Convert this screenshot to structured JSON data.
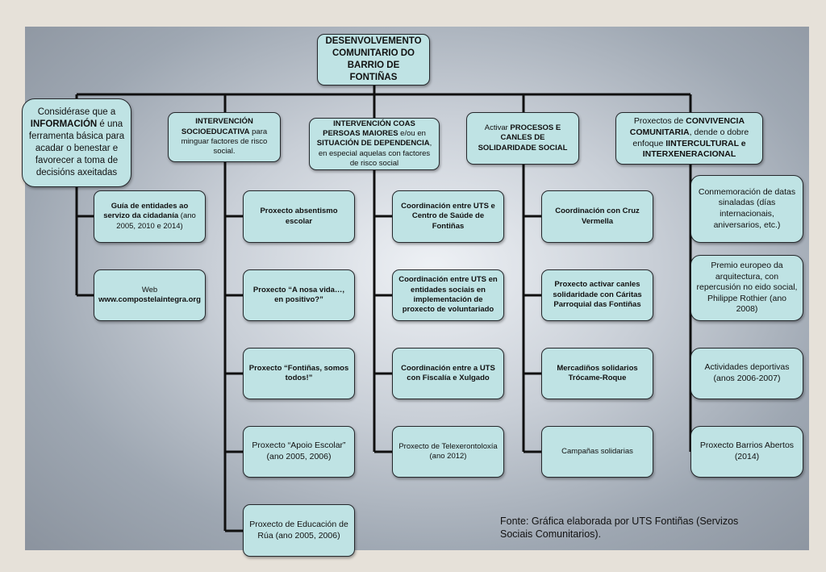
{
  "root": {
    "line1": "DESENVOLVEMENTO",
    "line2": "COMUNITARIO DO",
    "line3": "BARRIO DE FONTIÑAS"
  },
  "branches": {
    "informacion": {
      "p1": "Considérase que a ",
      "b1": "INFORMACIÓN",
      "p2": " é una ferramenta básica para acadar o benestar e favorecer a toma de decisións axeitadas",
      "items": [
        {
          "bold": "Guía de entidades ao servizo da cidadanía",
          "text": " (ano 2005, 2010 e 2014)"
        },
        {
          "text": "Web",
          "bold": "www.compostelaintegra.org"
        }
      ]
    },
    "socioeducativa": {
      "b1": "INTERVENCIÓN SOCIOEDUCATIVA",
      "p1": " para minguar factores de risco social.",
      "items": [
        "Proxecto absentismo escolar",
        "Proxecto “A nosa vida…, en positivo?”",
        "Proxecto “Fontiñas, somos todos!”",
        "Proxecto “Apoio Escolar” (ano 2005, 2006)",
        "Proxecto de Educación de Rúa (ano 2005, 2006)"
      ]
    },
    "dependencia": {
      "b1": "INTERVENCIÓN COAS PERSOAS MAIORES",
      "p1": " e/ou en ",
      "b2": "SITUACIÓN DE DEPENDENCIA",
      "p2": ", en especial aquelas con factores de risco social",
      "items": [
        "Coordinación entre UTS e Centro de Saúde de Fontiñas",
        "Coordinación entre UTS en entidades sociais en implementación de proxecto de voluntariado",
        "Coordinación entre a UTS con Fiscalía e Xulgado",
        "Proxecto de Telexerontoloxía (ano 2012)"
      ]
    },
    "solidaridade": {
      "p1": "Activar ",
      "b1": "PROCESOS E CANLES DE SOLIDARIDADE SOCIAL",
      "items": [
        "Coordinación con Cruz Vermella",
        "Proxecto activar canles solidaridade con Cáritas Parroquial das Fontiñas",
        "Mercadiños solidarios Trócame-Roque",
        "Campañas solidarias"
      ]
    },
    "convivencia": {
      "p1": "Proxectos  de ",
      "b1": "CONVIVENCIA COMUNITARIA",
      "p2": ", dende o dobre enfoque ",
      "b2": "IINTERCULTURAL e INTERXENERACIONAL",
      "items": [
        "Conmemoración de datas sinaladas (días internacionais, aniversarios, etc.)",
        "Premio europeo da arquitectura, con repercusión no eido social, Philippe Rothier (ano 2008)",
        "Actividades deportivas (anos 2006-2007)",
        "Proxecto Barrios Abertos (2014)"
      ]
    }
  },
  "source": "Fonte: Gráfica elaborada por UTS Fontiñas (Servizos Sociais Comunitarios).",
  "colors": {
    "box_fill": "#bfe3e4",
    "line": "#101010",
    "frame": "#e6e1d9"
  }
}
